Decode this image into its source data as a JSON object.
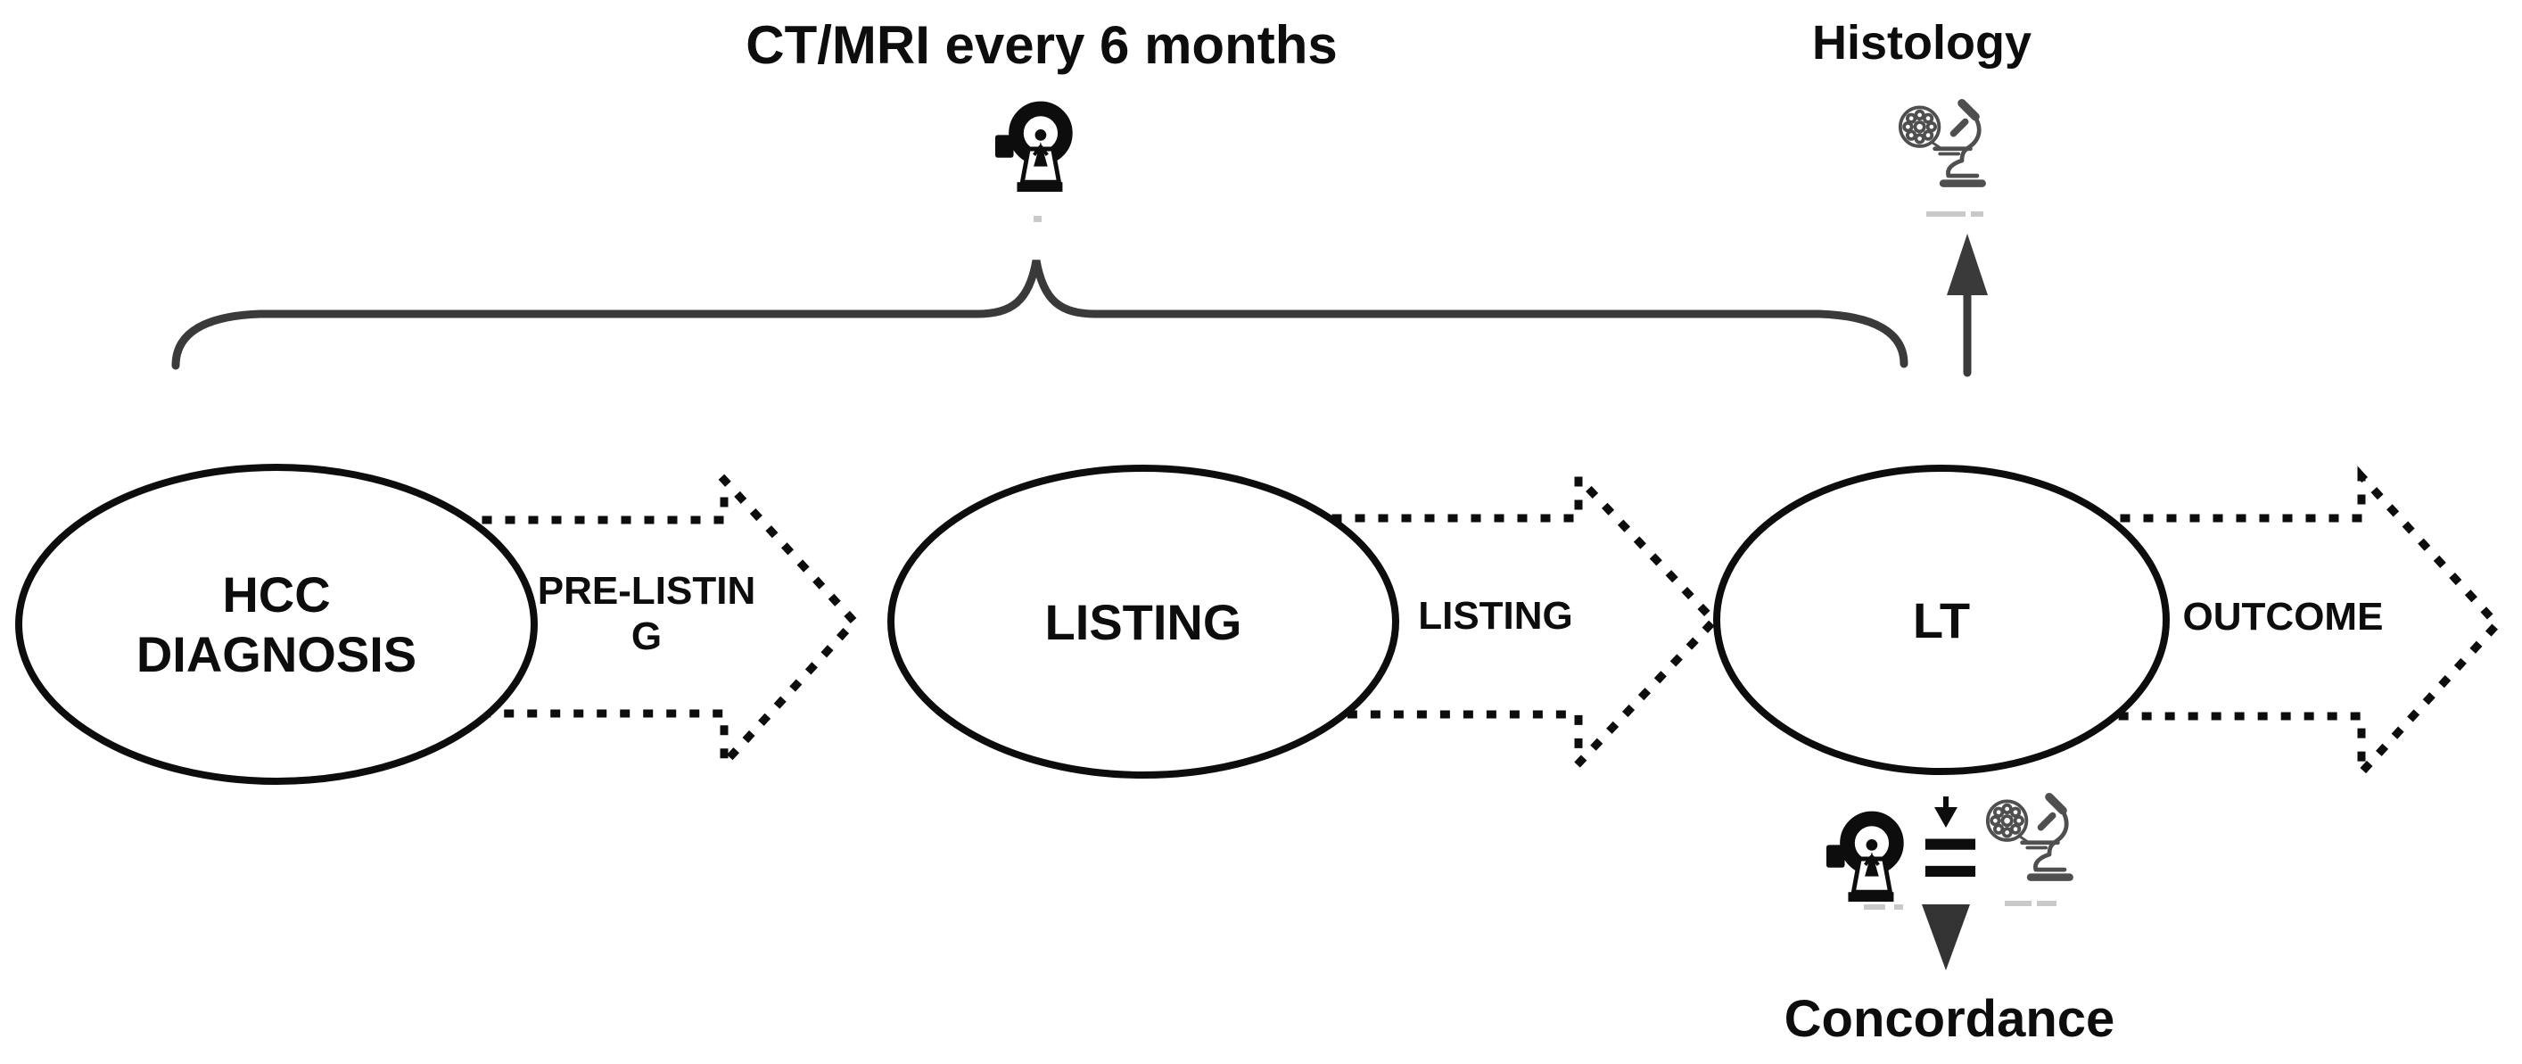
{
  "colors": {
    "ink": "#0d0d0d",
    "line": "#3a3a3a",
    "icon-gray": "#4f4f4f",
    "faint": "#c9c9c9",
    "bg": "#ffffff"
  },
  "header": {
    "surveillance_label": "CT/MRI every 6 months",
    "histology_label": "Histology"
  },
  "stages": [
    {
      "label": "HCC\nDIAGNOSIS"
    },
    {
      "label": "LISTING"
    },
    {
      "label": "LT"
    }
  ],
  "phases": [
    {
      "label": "PRE-LISTIN\nG"
    },
    {
      "label": "LISTING"
    },
    {
      "label": "OUTCOME"
    }
  ],
  "bottom": {
    "equals": "=",
    "concordance_label": "Concordance"
  },
  "icons": {
    "surveillance": "ct-scanner-icon",
    "histology": "microscope-icon",
    "concordance_left": "ct-scanner-icon",
    "concordance_right": "microscope-icon"
  }
}
